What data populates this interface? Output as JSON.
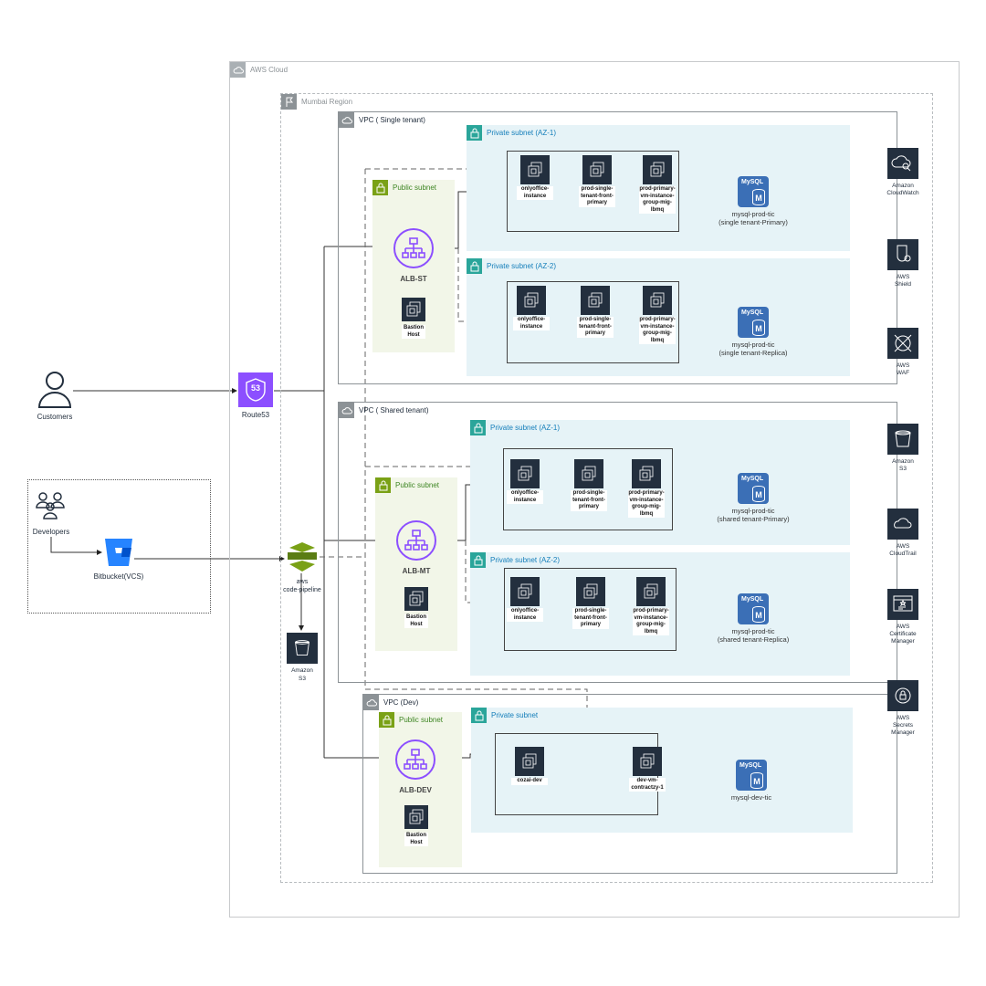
{
  "groups": {
    "aws_cloud": "AWS Cloud",
    "region": "Mumbai Region",
    "vpc_single": "VPC ( Single tenant)",
    "vpc_shared": "VPC ( Shared tenant)",
    "vpc_dev": "VPC (Dev)",
    "public_subnet": "Public subnet",
    "private_az1": "Private subnet (AZ-1)",
    "private_az2": "Private subnet (AZ-2)",
    "private_subnet": "Private subnet"
  },
  "external": {
    "customers": "Customers",
    "developers": "Developers",
    "bitbucket": "Bitbucket(VCS)",
    "route53": "Route53",
    "route53_badge": "53",
    "code_pipeline": "aws\ncode-pipeline",
    "amazon_s3": "Amazon\nS3"
  },
  "single": {
    "alb": "ALB-ST",
    "bastion": "Bastion\nHost",
    "az1_instances": [
      "onlyoffice-instance",
      "prod-single-tenant-front-primary",
      "prod-primary-vm-instance-group-mig-lbmq"
    ],
    "az2_instances": [
      "onlyoffice-instance",
      "prod-single-tenant-front-primary",
      "prod-primary-vm-instance-group-mig-lbmq"
    ],
    "db_primary": "mysql-prod-tic\n(single tenant-Primary)",
    "db_replica": "mysql-prod-tic\n(single tenant-Replica)"
  },
  "shared": {
    "alb": "ALB-MT",
    "bastion": "Bastion\nHost",
    "az1_instances": [
      "onlyoffice-instance",
      "prod-single-tenant-front-primary",
      "prod-primary-vm-instance-group-mig-lbmq"
    ],
    "az2_instances": [
      "onlyoffice-instance",
      "prod-single-tenant-front-primary",
      "prod-primary-vm-instance-group-mig-lbmq"
    ],
    "db_primary": "mysql-prod-tic\n(shared tenant-Primary)",
    "db_replica": "mysql-prod-tic\n(shared tenant-Replica)"
  },
  "dev": {
    "alb": "ALB-DEV",
    "bastion": "Bastion\nHost",
    "instances": [
      "cozai-dev",
      "dev-vm-contractzy-1"
    ],
    "db": "mysql-dev-tic"
  },
  "mysql_badge": "MySQL",
  "mysql_m": "M",
  "services": [
    {
      "label": "Amazon\nCloudWatch",
      "icon": "cloudwatch-icon"
    },
    {
      "label": "AWS\nShield",
      "icon": "shield-icon"
    },
    {
      "label": "AWS\nWAF",
      "icon": "waf-icon"
    },
    {
      "label": "Amazon\nS3",
      "icon": "s3-bucket-icon"
    },
    {
      "label": "AWS\nCloudTrail",
      "icon": "cloudtrail-icon"
    },
    {
      "label": "AWS\nCertificate\nManager",
      "icon": "certificate-icon"
    },
    {
      "label": "AWS\nSecrets\nManager",
      "icon": "secrets-icon"
    }
  ],
  "colors": {
    "ec2": "#232f3e",
    "alb": "#8c4fff",
    "route53": "#8c4fff",
    "mysql": "#3b6fb6",
    "public_fill": "#f2f6e8",
    "public_accent": "#7aa116",
    "private_fill": "#e6f3f7",
    "private_accent": "#2aa59a",
    "bitbucket": "#2684ff"
  }
}
